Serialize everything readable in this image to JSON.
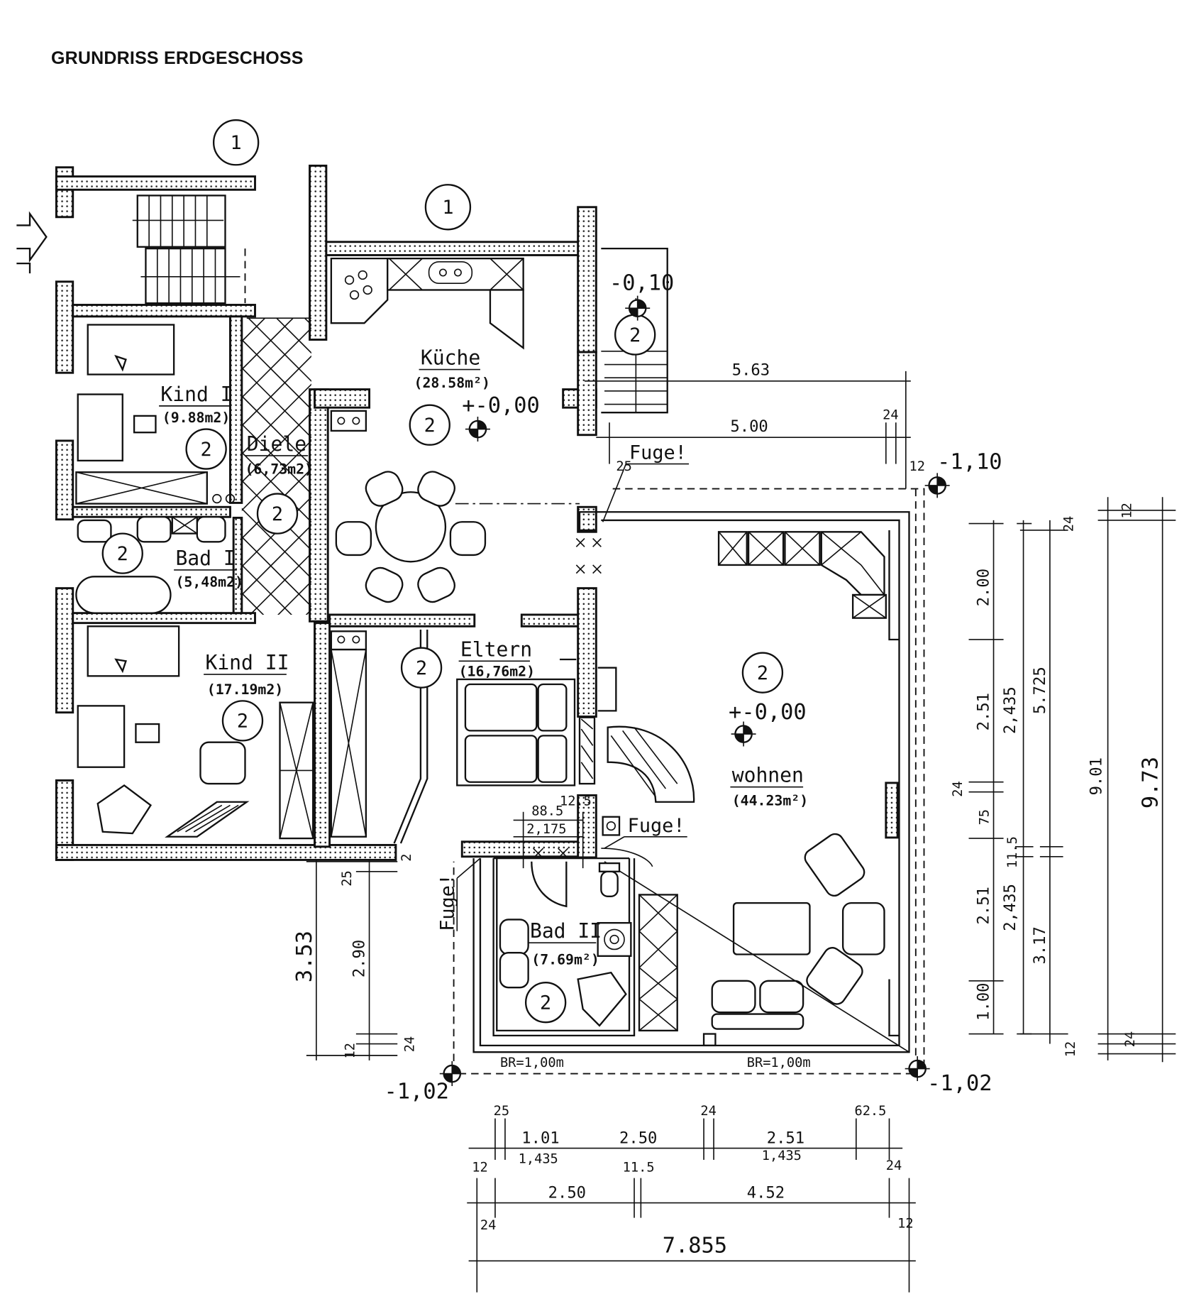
{
  "title": "GRUNDRISS ERDGESCHOSS",
  "rooms": {
    "kind1": {
      "name": "Kind I",
      "area": "(9.88m2)",
      "tag": "2"
    },
    "diele": {
      "name": "Diele",
      "area": "(6,73m2)",
      "tag": "2"
    },
    "bad1": {
      "name": "Bad I",
      "area": "(5,48m2)",
      "tag": "2"
    },
    "kind2": {
      "name": "Kind II",
      "area": "(17.19m2)",
      "tag": "2"
    },
    "kueche": {
      "name": "Küche",
      "area": "(28.58m²)",
      "tag": "2"
    },
    "eltern": {
      "name": "Eltern",
      "area": "(16,76m2)",
      "tag": "2"
    },
    "wohnen": {
      "name": "wohnen",
      "area": "(44.23m²)",
      "tag": "2"
    },
    "bad2": {
      "name": "Bad II",
      "area": "(7.69m²)",
      "tag": "2"
    },
    "terrace": {
      "tag": "2"
    }
  },
  "markers": {
    "m1_top": "1",
    "m1_kitchen": "1"
  },
  "levels": {
    "terrace": "-0,10",
    "kueche": "+-0,00",
    "wohnen": "+-0,00",
    "corner_ne": "-1,10",
    "corner_se": "-1,02",
    "corner_sw": "-1,02"
  },
  "notes": {
    "fuge_top": "Fuge!",
    "fuge_mid": "Fuge!",
    "fuge_left": "Fuge!",
    "br_left": "BR=1,00m",
    "br_right": "BR=1,00m"
  },
  "dimensions": {
    "top": {
      "d563": "5.63",
      "d500": "5.00",
      "d24": "24",
      "d25": "25",
      "d12": "12"
    },
    "right_inner": {
      "d200": "2.00",
      "d251a": "2.51",
      "d24": "24",
      "d75": "75",
      "d251b": "2.51",
      "d100": "1.00"
    },
    "right_mid": {
      "d2435a": "2,435",
      "d115": "11.5",
      "d2435b": "2,435"
    },
    "right_outer": {
      "d24a": "24",
      "d5725": "5.725",
      "d317": "3.17",
      "d12b": "12"
    },
    "right_total": {
      "d12a": "12",
      "d901": "9.01",
      "d24b": "24",
      "d973": "9.73"
    },
    "left": {
      "d25": "25",
      "d290": "2.90",
      "d353": "3.53",
      "d12": "12",
      "d24": "24"
    },
    "center": {
      "d1025": "12.5",
      "d885": "88.5",
      "d2175": "2,175",
      "d2": "2"
    },
    "bottom": {
      "r1_25": "25",
      "r1_101": "1.01",
      "r1_250": "2.50",
      "r1_24": "24",
      "r1_251": "2.51",
      "r1_625": "62.5",
      "r2_1435a": "1,435",
      "r2_1435b": "1,435",
      "r3_12": "12",
      "r3_115": "11.5",
      "r3_24": "24",
      "r4_250": "2.50",
      "r4_452": "4.52",
      "r5_24": "24",
      "r5_12": "12",
      "total": "7.855"
    }
  }
}
